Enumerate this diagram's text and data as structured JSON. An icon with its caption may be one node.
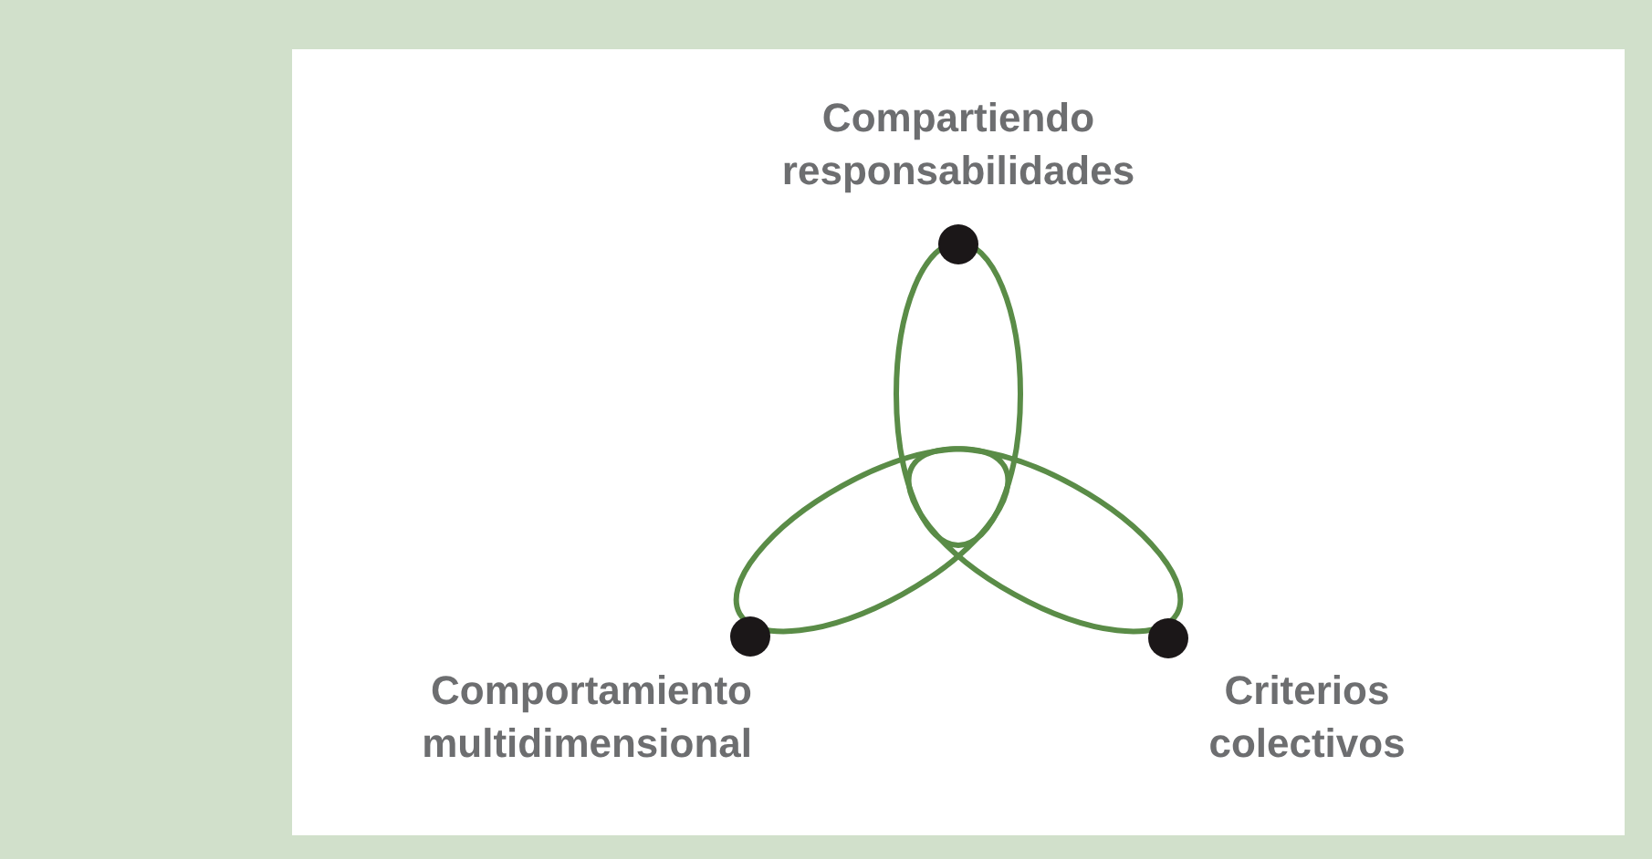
{
  "diagram": {
    "nodes": [
      {
        "text": [],
        "shape": "circle",
        "beside": [
          "Compartiendo responsabilidades"
        ]
      },
      {
        "text": [],
        "shape": "circle",
        "beside": [
          "Comportamiento multidimensional"
        ]
      },
      {
        "text": [],
        "shape": "circle",
        "beside": [
          "Criterios colectivos"
        ]
      }
    ]
  }
}
